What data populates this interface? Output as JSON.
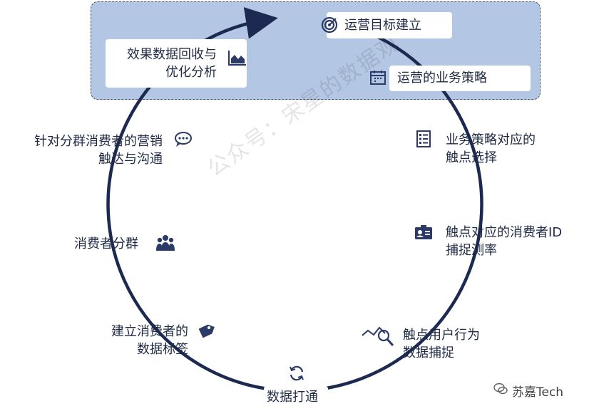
{
  "steps": {
    "goal": "运营目标建立",
    "strategy": "运营的业务策略",
    "touchpoint": [
      "业务策略对应的",
      "触点选择"
    ],
    "id_capture": [
      "触点对应的消费者ID",
      "捕捉测率"
    ],
    "behavior": [
      "触点用户行为",
      "数据捕捉"
    ],
    "connect": "数据打通",
    "tags": [
      "建立消费者的",
      "数据标签"
    ],
    "segment": "消费者分群",
    "reach": [
      "针对分群消费者的营销",
      "触达与沟通"
    ],
    "feedback": [
      "效果数据回收与",
      "优化分析"
    ]
  },
  "watermark": "公众号：宋星的数据观",
  "brand": "苏嘉Tech",
  "icons": {
    "goal": "target-icon",
    "strategy": "calendar-icon",
    "touchpoint": "checklist-icon",
    "id_capture": "id-card-icon",
    "behavior": "magnify-chart-icon",
    "connect": "refresh-icon",
    "tags": "tag-icon",
    "segment": "group-icon",
    "reach": "chat-bubble-icon",
    "feedback": "area-chart-icon",
    "brand": "wechat-icon"
  },
  "colors": {
    "ring": "#1c2a52",
    "band": "#b3c6e4",
    "icon": "#2b3a66"
  }
}
